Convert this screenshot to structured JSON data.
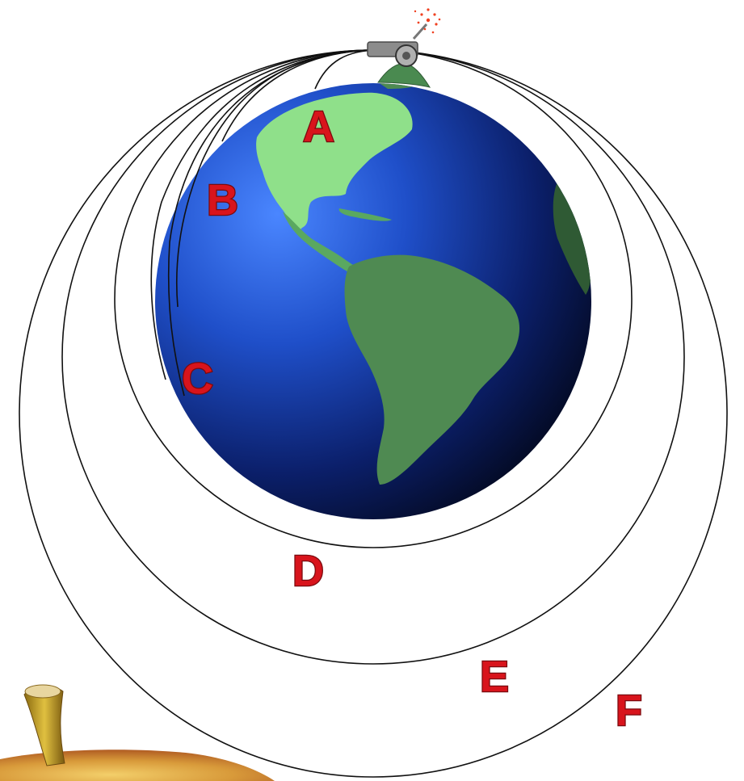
{
  "diagram": {
    "labels": [
      {
        "id": "A",
        "text": "A"
      },
      {
        "id": "B",
        "text": "B"
      },
      {
        "id": "C",
        "text": "C"
      },
      {
        "id": "D",
        "text": "D"
      },
      {
        "id": "E",
        "text": "E"
      },
      {
        "id": "F",
        "text": "F"
      }
    ]
  },
  "colors": {
    "label_fill": "#d8141c",
    "ocean_light": "#3a73e8",
    "ocean_dark": "#020616",
    "land_light": "#8fe08a",
    "land_dark": "#3e7e48",
    "cannon": "#8c8c8c",
    "trajectory": "#111111"
  },
  "icons": {
    "cannon": "cannon-icon",
    "earth": "earth-globe",
    "apple": "apple-image"
  }
}
